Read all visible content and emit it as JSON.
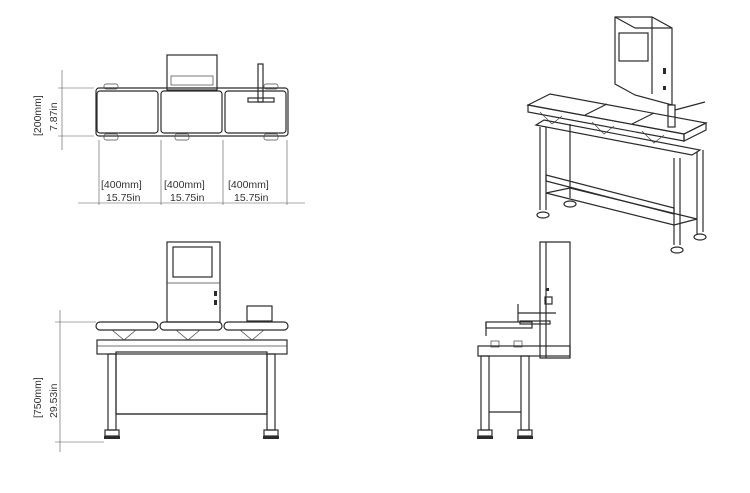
{
  "top_view": {
    "height_mm": "[200mm]",
    "height_in": "7.87in",
    "sections": [
      {
        "mm": "[400mm]",
        "in": "15.75in"
      },
      {
        "mm": "[400mm]",
        "in": "15.75in"
      },
      {
        "mm": "[400mm]",
        "in": "15.75in"
      }
    ]
  },
  "front_view": {
    "height_mm": "[750mm]",
    "height_in": "29.53in"
  }
}
